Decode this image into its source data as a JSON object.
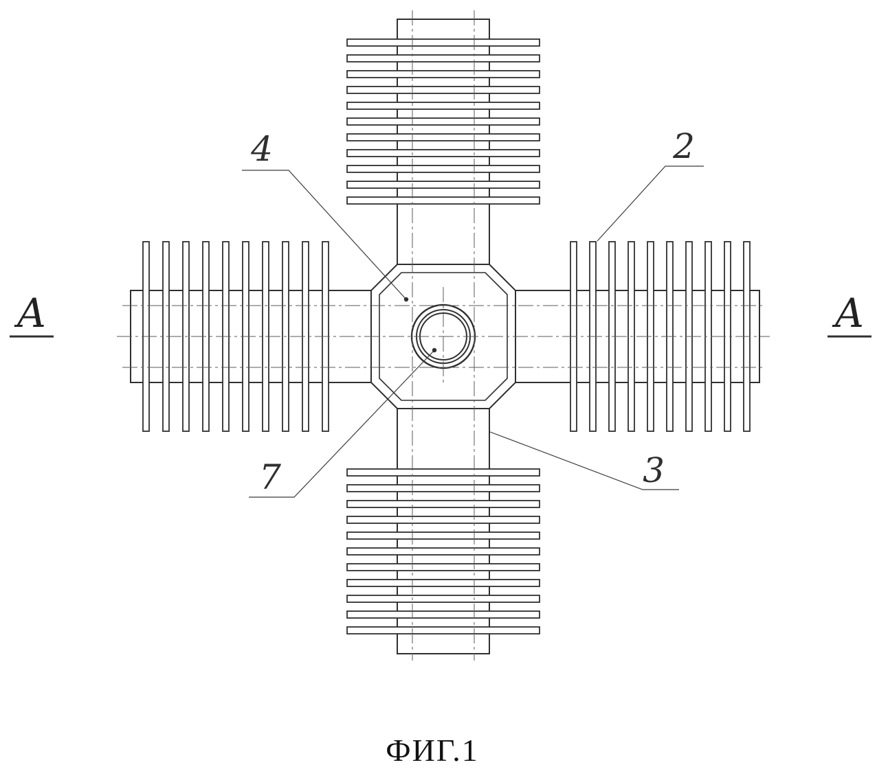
{
  "drawing": {
    "caption": "ФИГ.1",
    "section_markers": {
      "left": "A",
      "right": "A"
    },
    "part_labels": {
      "label_2": "2",
      "label_3": "3",
      "label_4": "4",
      "label_7": "7"
    }
  },
  "colors": {
    "line": "#2f2f2f",
    "centerline": "#5a5a5a",
    "background": "#ffffff"
  }
}
